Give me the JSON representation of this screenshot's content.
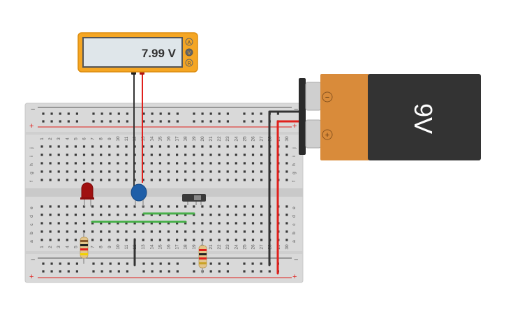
{
  "multimeter": {
    "reading": "7.99 V",
    "modes": [
      "A",
      "V",
      "R"
    ],
    "active_mode": "V",
    "body_color": "#f5a623",
    "screen_color": "#dfe6ea"
  },
  "battery": {
    "label": "9V",
    "negative_symbol": "−",
    "positive_symbol": "+",
    "top_color": "#d98b3a",
    "body_color": "#333333"
  },
  "breadboard": {
    "columns": [
      "1",
      "2",
      "3",
      "4",
      "5",
      "6",
      "7",
      "8",
      "9",
      "10",
      "11",
      "12",
      "13",
      "14",
      "15",
      "16",
      "17",
      "18",
      "19",
      "20",
      "21",
      "22",
      "23",
      "24",
      "25",
      "26",
      "27",
      "28",
      "29",
      "30"
    ],
    "rows_top": [
      "j",
      "i",
      "h",
      "g",
      "f"
    ],
    "rows_bottom": [
      "e",
      "d",
      "c",
      "b",
      "a"
    ],
    "rail_minus": "−",
    "rail_plus": "+"
  },
  "wire_colors": {
    "negative": "#333333",
    "positive": "#e0201c",
    "jumper": "#48b04a"
  }
}
